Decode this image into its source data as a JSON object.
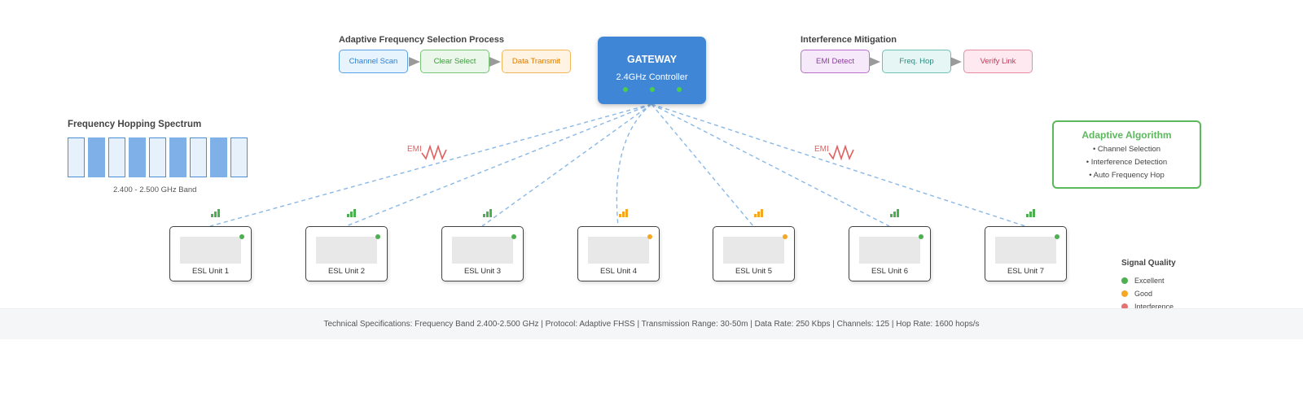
{
  "afs": {
    "title": "Adaptive Frequency Selection Process",
    "steps": [
      {
        "label": "Channel Scan",
        "color": "#2c7fd1",
        "bg": "#e7f3fd",
        "border": "#5aa2e6"
      },
      {
        "label": "Clear Select",
        "color": "#3d9a3d",
        "bg": "#eaf7ea",
        "border": "#79c479"
      },
      {
        "label": "Data Transmit",
        "color": "#e07a00",
        "bg": "#fff4e3",
        "border": "#f5b65a"
      }
    ]
  },
  "gateway": {
    "title": "GATEWAY",
    "subtitle": "2.4GHz Controller"
  },
  "interference": {
    "title": "Interference Mitigation",
    "steps": [
      {
        "label": "EMI Detect",
        "color": "#8e3aa3",
        "bg": "#f6e9fa",
        "border": "#b76fcb"
      },
      {
        "label": "Freq. Hop",
        "color": "#2a8a80",
        "bg": "#e6f6f4",
        "border": "#6cc0b6"
      },
      {
        "label": "Verify Link",
        "color": "#c23a5a",
        "bg": "#fde9ef",
        "border": "#ea8aa3"
      }
    ]
  },
  "spectrum": {
    "title": "Frequency Hopping Spectrum",
    "band_label": "2.400 - 2.500 GHz Band",
    "channels": [
      "light",
      "dark",
      "light",
      "dark",
      "light",
      "dark",
      "light",
      "dark",
      "light"
    ]
  },
  "emi_labels": [
    "EMI",
    "EMI"
  ],
  "algorithm": {
    "title": "Adaptive Algorithm",
    "items": [
      "• Channel Selection",
      "• Interference Detection",
      "• Auto Frequency Hop"
    ]
  },
  "esl_units": [
    {
      "label": "ESL Unit 1",
      "quality": "excellent"
    },
    {
      "label": "ESL Unit 2",
      "quality": "excellent"
    },
    {
      "label": "ESL Unit 3",
      "quality": "excellent"
    },
    {
      "label": "ESL Unit 4",
      "quality": "good"
    },
    {
      "label": "ESL Unit 5",
      "quality": "good"
    },
    {
      "label": "ESL Unit 6",
      "quality": "excellent"
    },
    {
      "label": "ESL Unit 7",
      "quality": "excellent"
    }
  ],
  "legend": {
    "title": "Signal Quality",
    "items": [
      {
        "label": "Excellent",
        "color": "#4caf50"
      },
      {
        "label": "Good",
        "color": "#f5a623"
      },
      {
        "label": "Interference",
        "color": "#e57373"
      }
    ]
  },
  "colors": {
    "excellent": "#4caf50",
    "good": "#f5a623",
    "link": "#8ab8e6",
    "emi": "#e06060"
  },
  "footer": "Technical Specifications: Frequency Band 2.400-2.500 GHz | Protocol: Adaptive FHSS | Transmission Range: 30-50m | Data Rate: 250 Kbps | Channels: 125 | Hop Rate: 1600 hops/s"
}
